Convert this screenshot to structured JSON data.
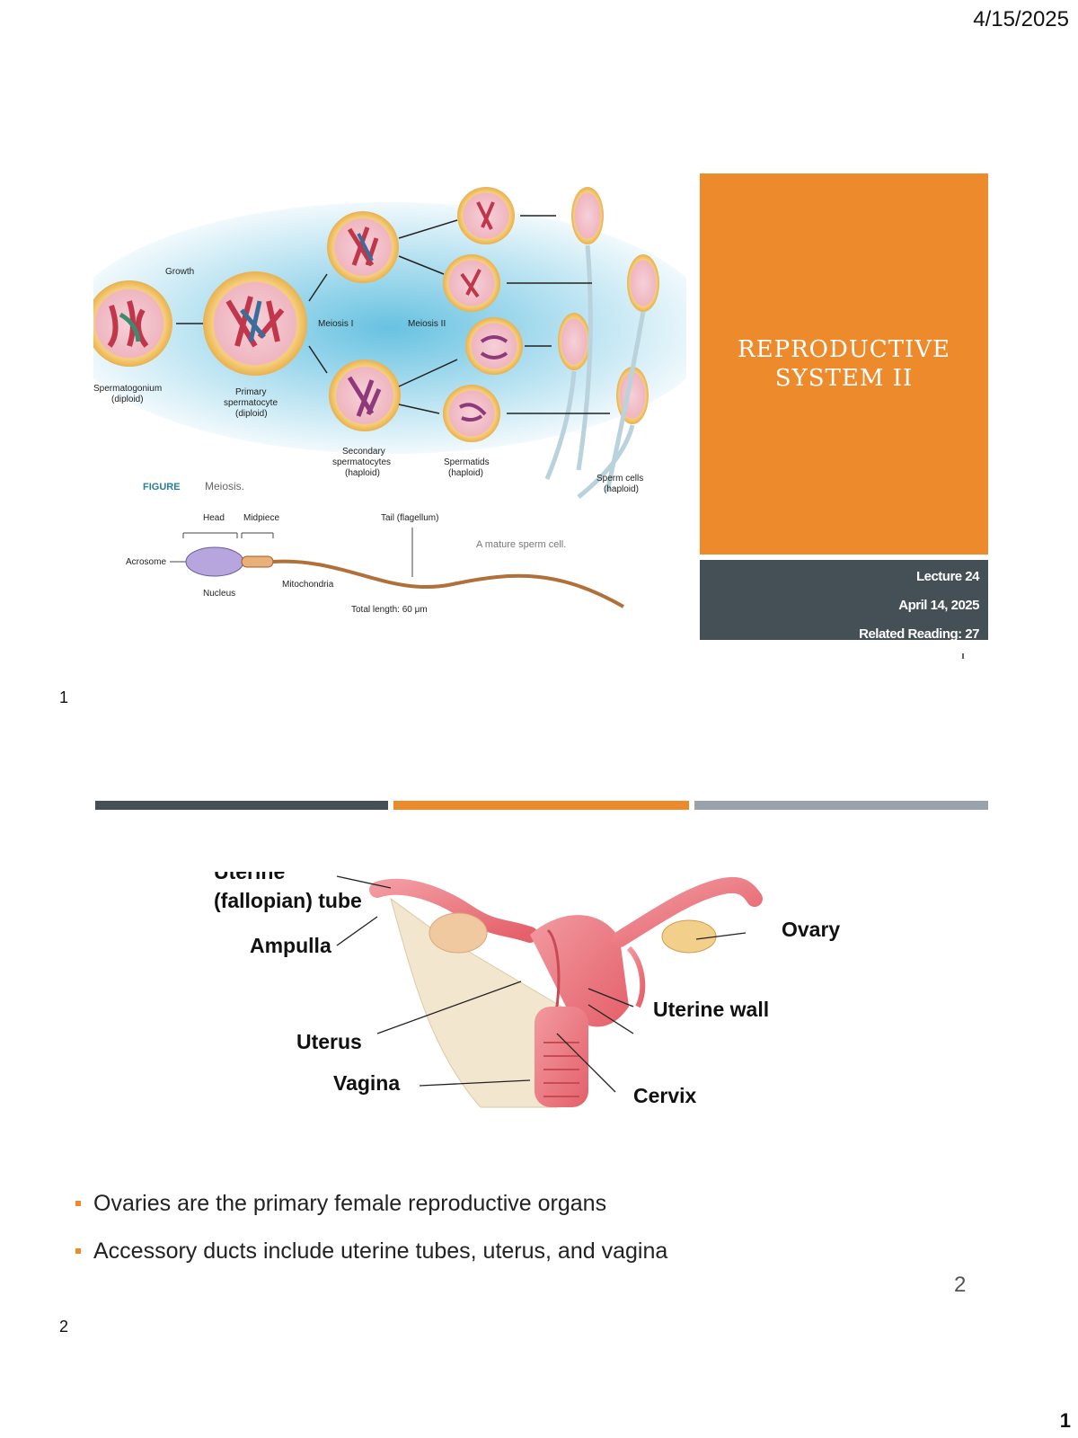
{
  "header": {
    "date": "4/15/2025"
  },
  "footer": {
    "page_number": "1"
  },
  "slide1": {
    "number_label": "1",
    "title": "Reproductive System II",
    "info": [
      "Lecture 24",
      "April 14, 2025",
      "Related Reading: 27"
    ],
    "figure": {
      "labels": {
        "growth": "Growth",
        "meiosis1": "Meiosis I",
        "meiosis2": "Meiosis II",
        "spermatogonium": "Spermatogonium",
        "spermatogonium_sub": "(diploid)",
        "primary1": "Primary",
        "primary2": "spermatocyte",
        "primary3": "(diploid)",
        "secondary1": "Secondary",
        "secondary2": "spermatocytes",
        "secondary3": "(haploid)",
        "spermatids1": "Spermatids",
        "spermatids2": "(haploid)",
        "spermcells1": "Sperm cells",
        "spermcells2": "(haploid)",
        "figure_word": "FIGURE",
        "figure_caption": "Meiosis.",
        "head": "Head",
        "midpiece": "Midpiece",
        "tail": "Tail (flagellum)",
        "mature": "A mature sperm cell.",
        "acrosome": "Acrosome",
        "nucleus": "Nucleus",
        "mitochondria": "Mitochondria",
        "total_length": "Total length: 60 μm"
      }
    }
  },
  "slide2": {
    "number_label": "2",
    "page_number": "2",
    "figure_labels": {
      "uterine_tube_1": "Uterine",
      "uterine_tube_2": "(fallopian) tube",
      "ampulla": "Ampulla",
      "ovary": "Ovary",
      "uterine_wall": "Uterine wall",
      "uterus": "Uterus",
      "vagina": "Vagina",
      "cervix": "Cervix"
    },
    "bullets": [
      "Ovaries are the primary female reproductive organs",
      "Accessory ducts include uterine tubes, uterus, and vagina"
    ]
  },
  "colors": {
    "accent_orange": "#ec8a2c",
    "dark_slate": "#454f56",
    "light_gray": "#9aa3ab"
  }
}
